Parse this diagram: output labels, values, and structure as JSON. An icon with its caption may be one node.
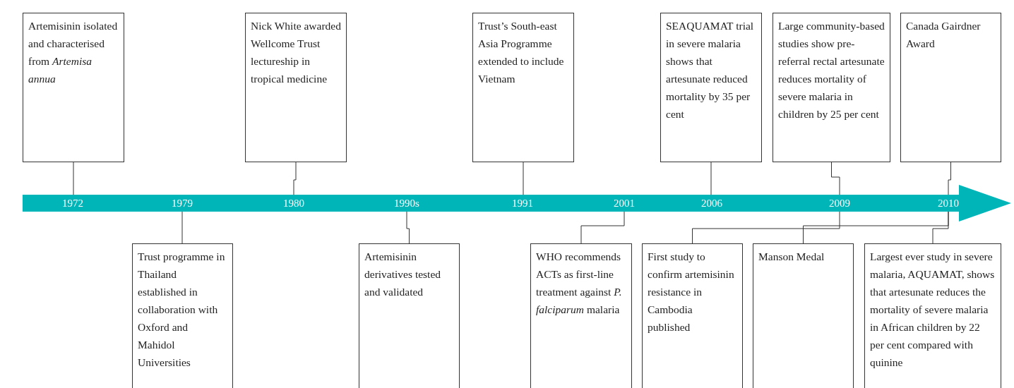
{
  "diagram": {
    "nodes": [
      {
        "text": [
          "Artemisinin isolated and characterised from *Artemisa annua*"
        ]
      },
      {
        "text": [
          "Nick White awarded Wellcome Trust lectureship in tropical medicine"
        ]
      },
      {
        "text": [
          "Trust’s South-east Asia Programme extended to include Vietnam"
        ]
      },
      {
        "text": [
          "SEAQUAMAT trial in severe malaria shows that artesunate reduced mortality by 35 per cent"
        ]
      },
      {
        "text": [
          "Large community-based studies show pre-referral rectal artesunate reduces mortality of severe malaria in children by 25 per cent"
        ]
      },
      {
        "text": [
          "Canada Gairdner Award"
        ]
      },
      {
        "text": [
          "1972"
        ]
      },
      {
        "text": [
          "1979"
        ]
      },
      {
        "text": [
          "1980"
        ]
      },
      {
        "text": [
          "1990s"
        ]
      },
      {
        "text": [
          "1991"
        ]
      },
      {
        "text": [
          "2001"
        ]
      },
      {
        "text": [
          "2006"
        ]
      },
      {
        "text": [
          "2009"
        ]
      },
      {
        "text": [
          "2010"
        ]
      },
      {
        "text": [
          "Trust programme in Thailand established in collaboration with Oxford and Mahidol Universities"
        ]
      },
      {
        "text": [
          "Artemisinin derivatives tested and validated"
        ]
      },
      {
        "text": [
          "WHO recommends ACTs as first-line treatment against *P. falciparum* malaria"
        ]
      },
      {
        "text": [
          "First study to confirm artemisinin resistance in Cambodia published"
        ]
      },
      {
        "text": [
          "Manson Medal"
        ]
      },
      {
        "text": [
          "Largest ever study in severe malaria, AQUAMAT, shows that artesunate reduces the mortality of severe malaria in African children by 22 per cent compared with quinine"
        ]
      }
    ],
    "edges": [
      {
        "from": 0,
        "to": 6,
        "arrow": "none"
      },
      {
        "from": 1,
        "to": 8,
        "arrow": "none"
      },
      {
        "from": 2,
        "to": 10,
        "arrow": "none"
      },
      {
        "from": 3,
        "to": 12,
        "arrow": "none"
      },
      {
        "from": 4,
        "to": 13,
        "arrow": "none"
      },
      {
        "from": 5,
        "to": 14,
        "arrow": "none"
      },
      {
        "from": 7,
        "to": 15,
        "arrow": "none"
      },
      {
        "from": 9,
        "to": 16,
        "arrow": "none"
      },
      {
        "from": 11,
        "to": 17,
        "arrow": "none"
      },
      {
        "from": 13,
        "to": 18,
        "arrow": "none"
      },
      {
        "from": 14,
        "to": 19,
        "arrow": "none"
      },
      {
        "from": 14,
        "to": 20,
        "arrow": "none"
      }
    ]
  }
}
